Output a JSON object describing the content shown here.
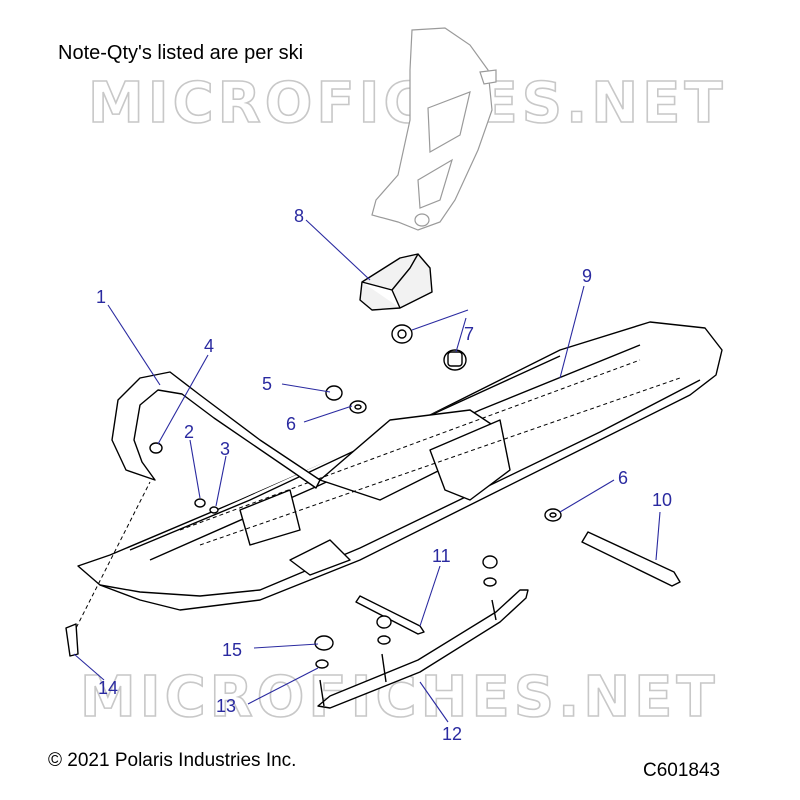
{
  "note": "Note-Qty's listed are per ski",
  "watermark": "MICROFICHES.NET",
  "copyright": "© 2021 Polaris Industries Inc.",
  "diagram_code": "C601843",
  "callouts": {
    "c1": "1",
    "c2": "2",
    "c3": "3",
    "c4": "4",
    "c5": "5",
    "c6a": "6",
    "c6b": "6",
    "c7": "7",
    "c8": "8",
    "c9": "9",
    "c10": "10",
    "c11": "11",
    "c12": "12",
    "c13": "13",
    "c14": "14",
    "c15": "15"
  },
  "colors": {
    "callout": "#2a2aa0",
    "watermark": "#c8c8c8"
  }
}
